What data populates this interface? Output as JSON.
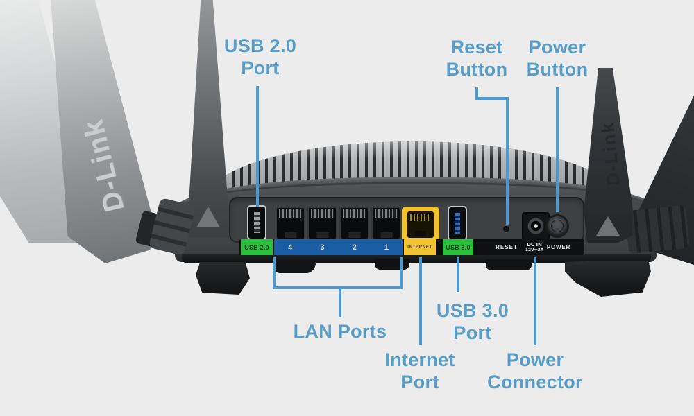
{
  "theme": {
    "bg": "#ebeceb",
    "label-blue": "#579dc8",
    "line-blue": "#4d9ad2",
    "green": "#2abf3c",
    "lan-blue": "#1c5ea6",
    "yellow": "#f2c331",
    "usb3-blue": "#2e6fc2"
  },
  "callouts": {
    "usb2": {
      "line1": "USB 2.0",
      "line2": "Port"
    },
    "reset": {
      "line1": "Reset",
      "line2": "Button"
    },
    "power_button": {
      "line1": "Power",
      "line2": "Button"
    },
    "lan": {
      "line1": "LAN Ports"
    },
    "internet": {
      "line1": "Internet",
      "line2": "Port"
    },
    "usb3": {
      "line1": "USB 3.0",
      "line2": "Port"
    },
    "power_connector": {
      "line1": "Power",
      "line2": "Connector"
    }
  },
  "device": {
    "brand": "D-Link",
    "panel": {
      "usb2_label": "USB 2.0",
      "lan_numbers": [
        "4",
        "3",
        "2",
        "1"
      ],
      "internet_label": "INTERNET",
      "usb3_label": "USB 3.0",
      "reset_label": "RESET",
      "dcin_label_line1": "DC IN",
      "dcin_label_line2": "12V⎓3A",
      "power_label": "POWER"
    }
  }
}
